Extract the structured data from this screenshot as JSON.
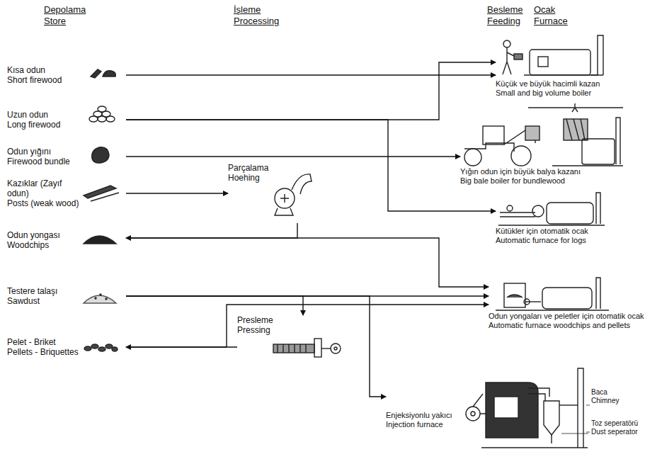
{
  "diagram": {
    "nodes": [
      {
        "text": [
          "Kısa odun",
          "Short firewood"
        ]
      },
      {
        "text": [
          "Uzun odun",
          "Long firewood"
        ]
      },
      {
        "text": [
          "Odun yığını",
          "Firewood bundle"
        ]
      },
      {
        "text": [
          "Kazıklar (Zayıf odun)",
          "Posts (weak wood)"
        ]
      },
      {
        "text": [
          "Odun yongası",
          "Woodchips"
        ]
      },
      {
        "text": [
          "Testere talaşı",
          "Sawdust"
        ]
      },
      {
        "text": [
          "Pelet - Briket",
          "Pellets - Briquettes"
        ]
      },
      {
        "text": [
          "Parçalama",
          "Hoehing"
        ]
      },
      {
        "text": [
          "Presleme",
          "Pressing"
        ]
      },
      {
        "text": [
          "Küçük ve büyük hacimli kazan",
          "Small and big volume boiler"
        ]
      },
      {
        "text": [
          "Yığın odun için büyük balya kazanı",
          "Big bale boiler for bundlewood"
        ]
      },
      {
        "text": [
          "Kütükler için otomatik ocak",
          "Automatic furnace for logs"
        ]
      },
      {
        "text": [
          "Odun yongaları ve peletler için otomatik ocak",
          "Automatic furnace woodchips and pellets"
        ]
      },
      {
        "text": [
          "Enjeksiyonlu yakıcı",
          "Injection furnace"
        ]
      }
    ],
    "edges": [
      {
        "from": 0,
        "to": 9,
        "arrow": "to"
      },
      {
        "from": 1,
        "to": 9,
        "arrow": "to"
      },
      {
        "from": 1,
        "to": 11,
        "arrow": "to"
      },
      {
        "from": 2,
        "to": 10,
        "arrow": "to"
      },
      {
        "from": 3,
        "to": 7,
        "arrow": "to"
      },
      {
        "from": 7,
        "to": 4,
        "arrow": "to"
      },
      {
        "from": 4,
        "to": 12,
        "arrow": "to"
      },
      {
        "from": 5,
        "to": 12,
        "arrow": "to"
      },
      {
        "from": 5,
        "to": 8,
        "arrow": "to"
      },
      {
        "from": 5,
        "to": 13,
        "arrow": "to"
      },
      {
        "from": 8,
        "to": 6,
        "arrow": "to"
      },
      {
        "from": 6,
        "to": 12,
        "arrow": "to"
      }
    ],
    "labels": [
      "Depolama",
      "Store",
      "İşleme",
      "Processing",
      "Besleme",
      "Feeding",
      "Ocak",
      "Furnace",
      "Baca",
      "Chimney",
      "Toz seperatörü",
      "Dust seperator"
    ]
  }
}
